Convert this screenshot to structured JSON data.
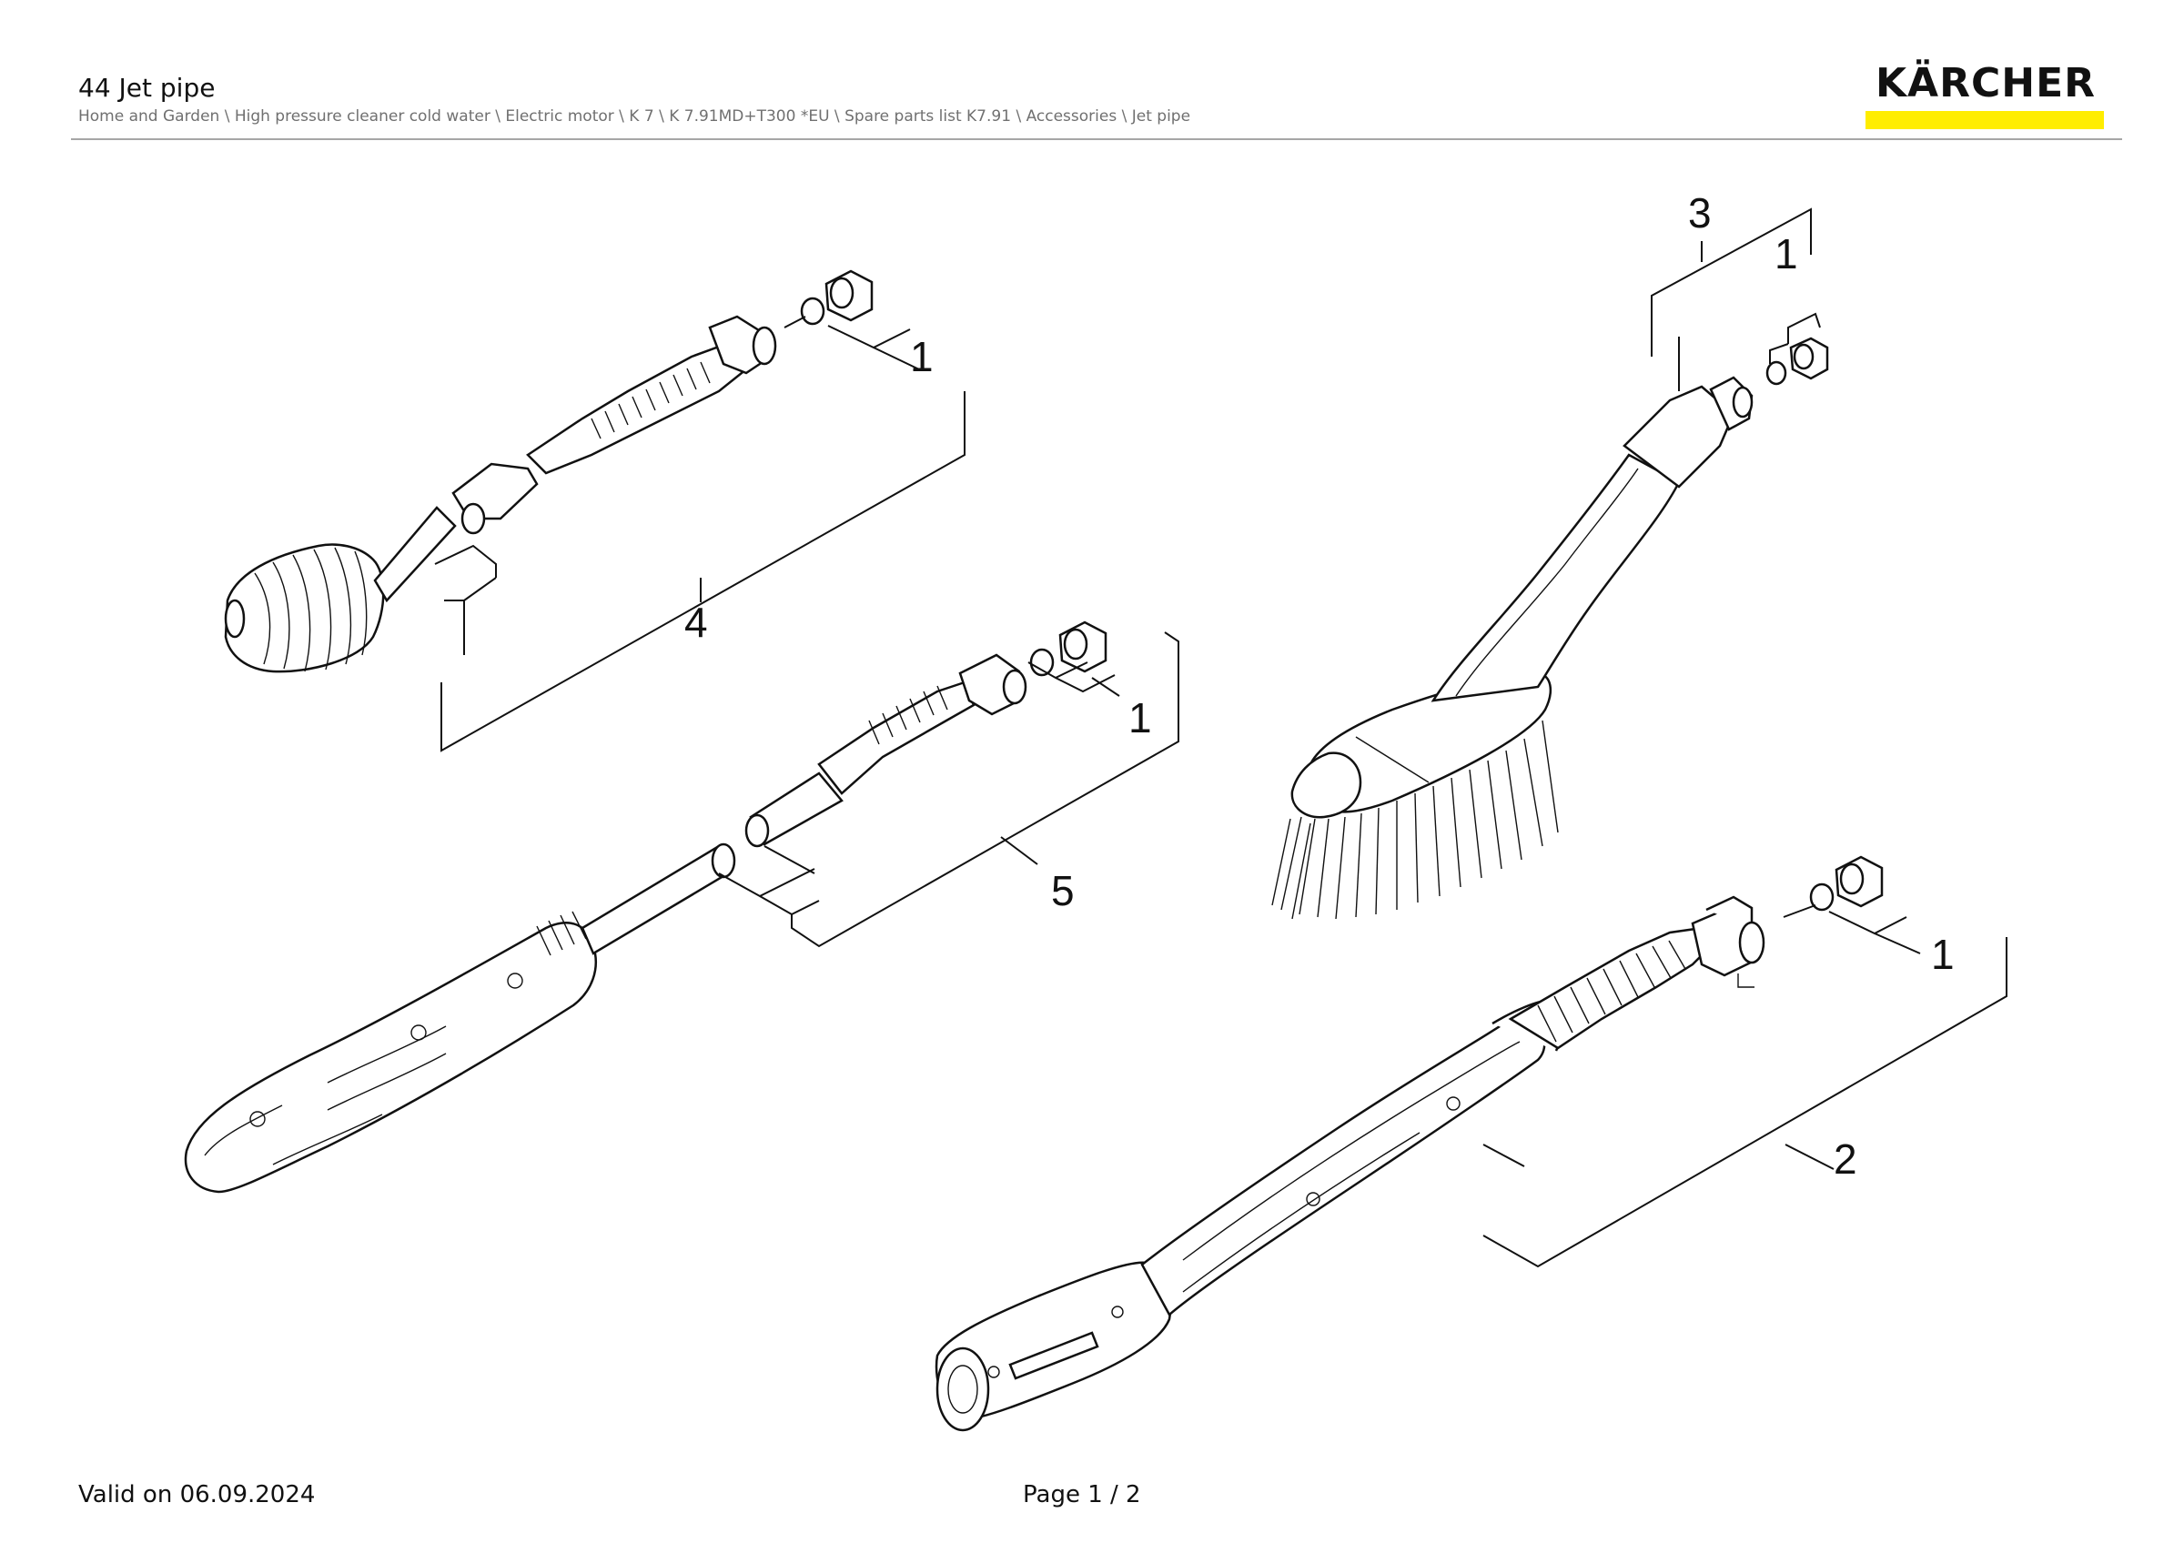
{
  "header": {
    "title": "44 Jet pipe",
    "breadcrumb": "Home and Garden \\ High pressure cleaner cold water \\ Electric motor \\ K 7 \\ K 7.91MD+T300 *EU \\ Spare parts list K7.91 \\ Accessories \\ Jet pipe"
  },
  "logo": {
    "text": "KÄRCHER",
    "bar_color": "#ffed00"
  },
  "callouts": {
    "c1a": "1",
    "c4": "4",
    "c1b": "1",
    "c5": "5",
    "c3": "3",
    "c1c": "1",
    "c1d": "1",
    "c2": "2"
  },
  "footer": {
    "valid": "Valid on 06.09.2024",
    "page": "Page 1 / 2"
  }
}
